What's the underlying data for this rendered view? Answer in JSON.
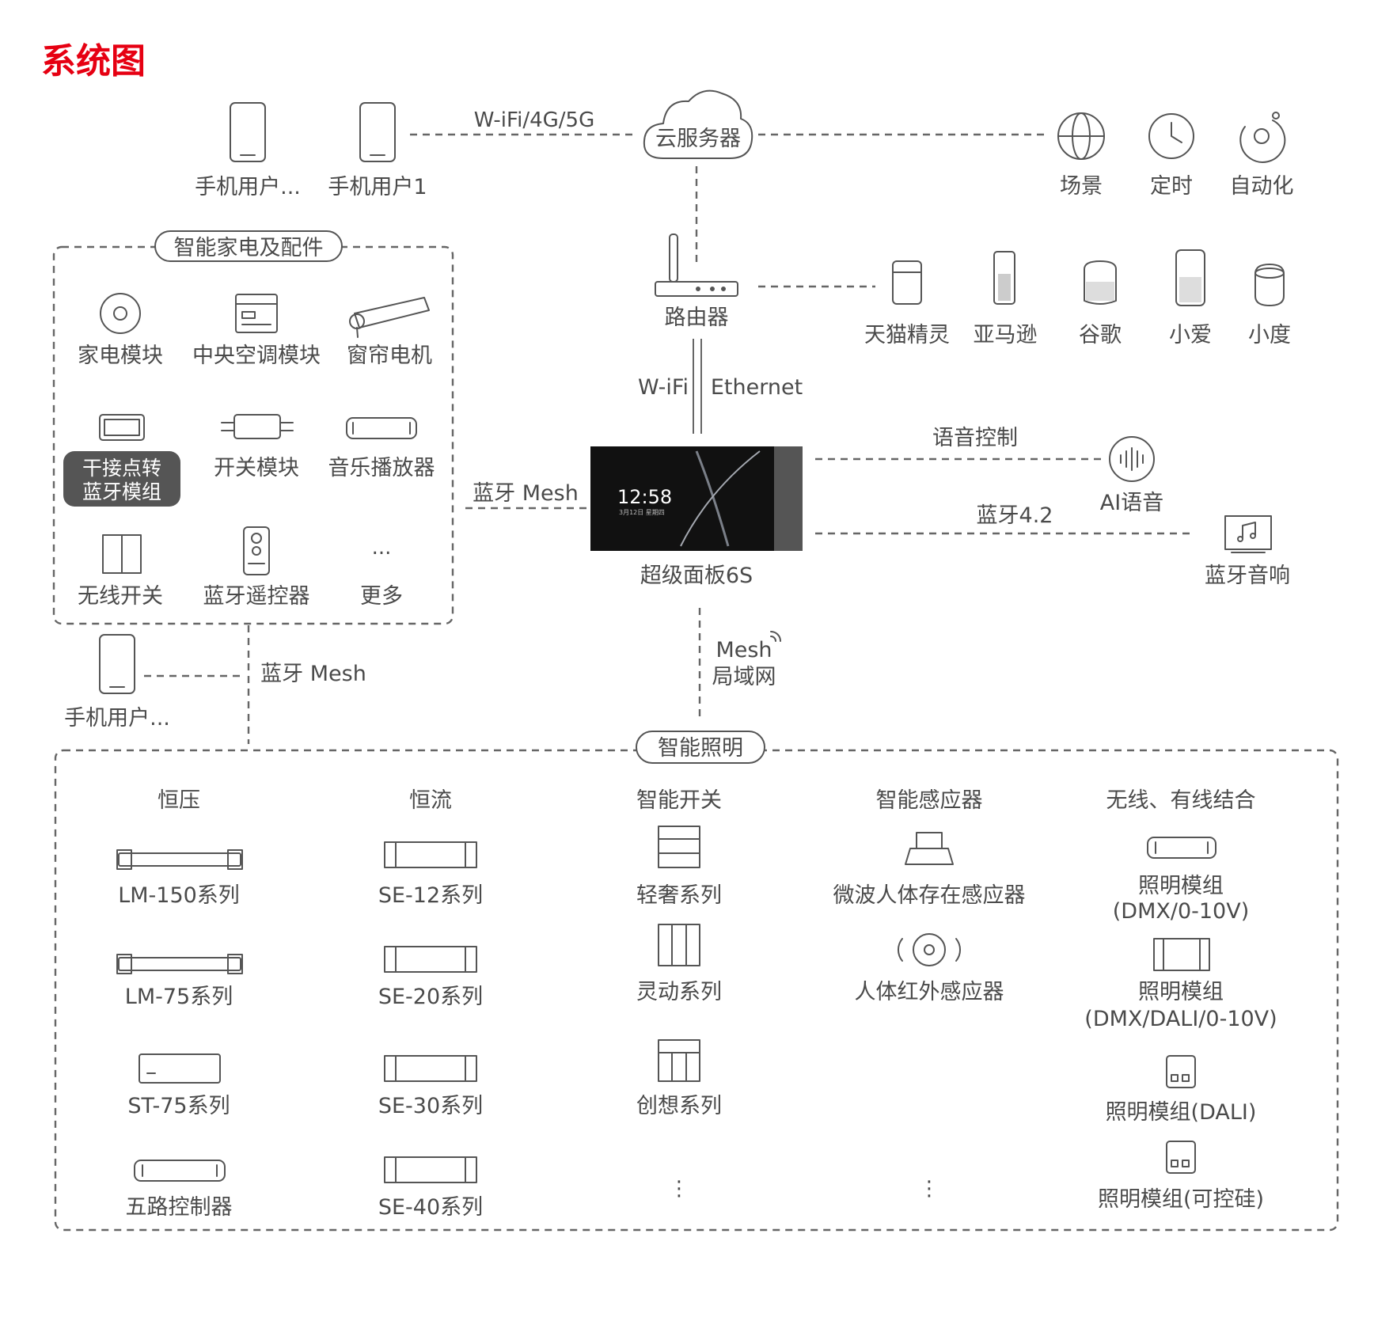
{
  "title": "系统图",
  "colors": {
    "title": "#e60012",
    "line": "#666666",
    "text": "#4a4a4a",
    "highlight_bg": "#555555",
    "panel_screen": "#111111"
  },
  "top": {
    "phone1": "手机用户...",
    "phone2": "手机用户1",
    "wifi_link": "W-iFi/4G/5G",
    "cloud": "云服务器",
    "cloud_features": [
      "场景",
      "定时",
      "自动化"
    ]
  },
  "router": {
    "label": "路由器",
    "link_wifi": "W-iFi",
    "link_ethernet": "Ethernet"
  },
  "voice_assistants": [
    "天猫精灵",
    "亚马逊",
    "谷歌",
    "小爱",
    "小度"
  ],
  "appliances": {
    "group_title": "智能家电及配件",
    "items": [
      "家电模块",
      "中央空调模块",
      "窗帘电机",
      "干接点转",
      "蓝牙模组",
      "开关模块",
      "音乐播放器",
      "无线开关",
      "蓝牙遥控器",
      "更多"
    ],
    "more_glyph": "..."
  },
  "panel": {
    "label": "超级面板6S",
    "time": "12:58",
    "date": "3月12日 星期四"
  },
  "links": {
    "bt_mesh_left": "蓝牙 Mesh",
    "voice_control": "语音控制",
    "ai_voice": "AI语音",
    "bt_42": "蓝牙4.2",
    "bt_speaker": "蓝牙音响",
    "phone3": "手机用户...",
    "bt_mesh_bottom": "蓝牙 Mesh",
    "mesh": "Mesh",
    "lan": "局域网"
  },
  "lighting": {
    "group_title": "智能照明",
    "columns": [
      {
        "header": "恒压",
        "items": [
          "LM-150系列",
          "LM-75系列",
          "ST-75系列",
          "五路控制器"
        ]
      },
      {
        "header": "恒流",
        "items": [
          "SE-12系列",
          "SE-20系列",
          "SE-30系列",
          "SE-40系列"
        ]
      },
      {
        "header": "智能开关",
        "items": [
          "轻奢系列",
          "灵动系列",
          "创想系列"
        ]
      },
      {
        "header": "智能感应器",
        "items": [
          "微波人体存在感应器",
          "人体红外感应器"
        ]
      },
      {
        "header": "无线、有线结合",
        "items": [
          "照明模组",
          "(DMX/0-10V)",
          "照明模组",
          "(DMX/DALI/0-10V)",
          "照明模组(DALI)",
          "照明模组(可控硅)"
        ]
      }
    ],
    "ellipsis": "⋮"
  }
}
